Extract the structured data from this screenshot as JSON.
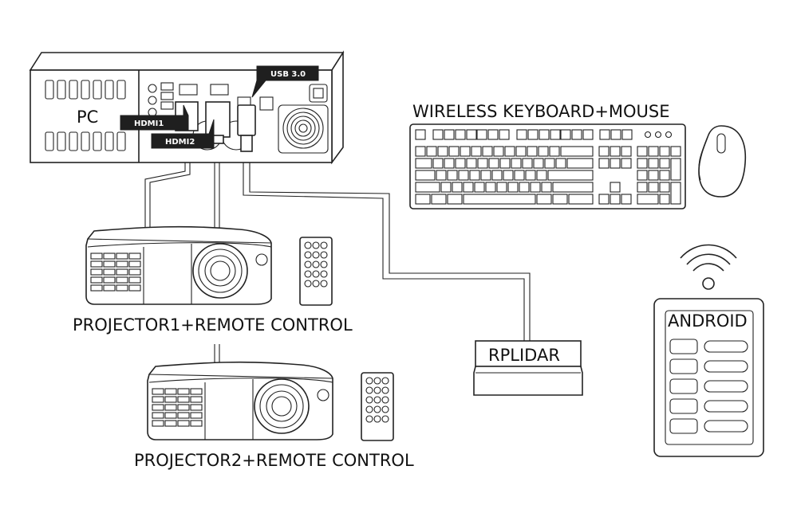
{
  "labels": {
    "pc": "PC",
    "keyboard_mouse": "WIRELESS KEYBOARD+MOUSE",
    "projector1": "PROJECTOR1+REMOTE CONTROL",
    "projector2": "PROJECTOR2+REMOTE CONTROL",
    "rplidar": "RPLIDAR",
    "android": "ANDROID"
  },
  "ports": {
    "usb": "USB 3.0",
    "hdmi1": "HDMI1",
    "hdmi2": "HDMI2"
  },
  "icons": [
    "pc-icon",
    "projector-icon",
    "remote-control-icon",
    "keyboard-icon",
    "mouse-icon",
    "wifi-icon",
    "android-phone-icon",
    "rplidar-icon"
  ]
}
